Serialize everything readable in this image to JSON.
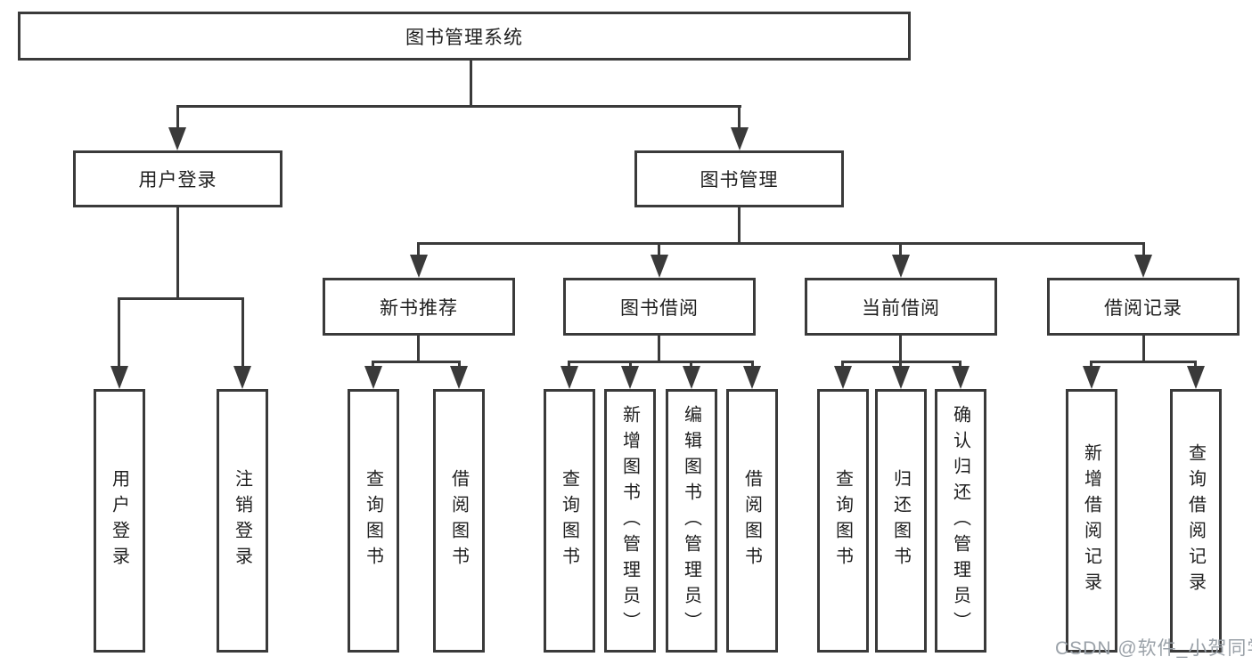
{
  "diagram": {
    "root": {
      "label": "图书管理系统"
    },
    "level2": [
      {
        "label": "用户登录"
      },
      {
        "label": "图书管理"
      }
    ],
    "level3": [
      {
        "label": "新书推荐",
        "parent": "图书管理"
      },
      {
        "label": "图书借阅",
        "parent": "图书管理"
      },
      {
        "label": "当前借阅",
        "parent": "图书管理"
      },
      {
        "label": "借阅记录",
        "parent": "图书管理"
      }
    ],
    "leaves": [
      {
        "label": "用户登录",
        "parent": "用户登录"
      },
      {
        "label": "注销登录",
        "parent": "用户登录"
      },
      {
        "label": "查询图书",
        "parent": "新书推荐"
      },
      {
        "label": "借阅图书",
        "parent": "新书推荐"
      },
      {
        "label": "查询图书",
        "parent": "图书借阅"
      },
      {
        "label": "新增图书（管理员）",
        "parent": "图书借阅"
      },
      {
        "label": "编辑图书（管理员）",
        "parent": "图书借阅"
      },
      {
        "label": "借阅图书",
        "parent": "图书借阅"
      },
      {
        "label": "查询图书",
        "parent": "当前借阅"
      },
      {
        "label": "归还图书",
        "parent": "当前借阅"
      },
      {
        "label": "确认归还（管理员）",
        "parent": "当前借阅"
      },
      {
        "label": "新增借阅记录",
        "parent": "借阅记录"
      },
      {
        "label": "查询借阅记录",
        "parent": "借阅记录"
      }
    ]
  },
  "watermark": {
    "text": "CSDN @软件_小贺同学"
  },
  "colors": {
    "line": "#3a3a3a",
    "box_border": "#3a3a3a",
    "text": "#1f1f1f",
    "watermark": "#9aa1a8",
    "background": "#ffffff"
  }
}
